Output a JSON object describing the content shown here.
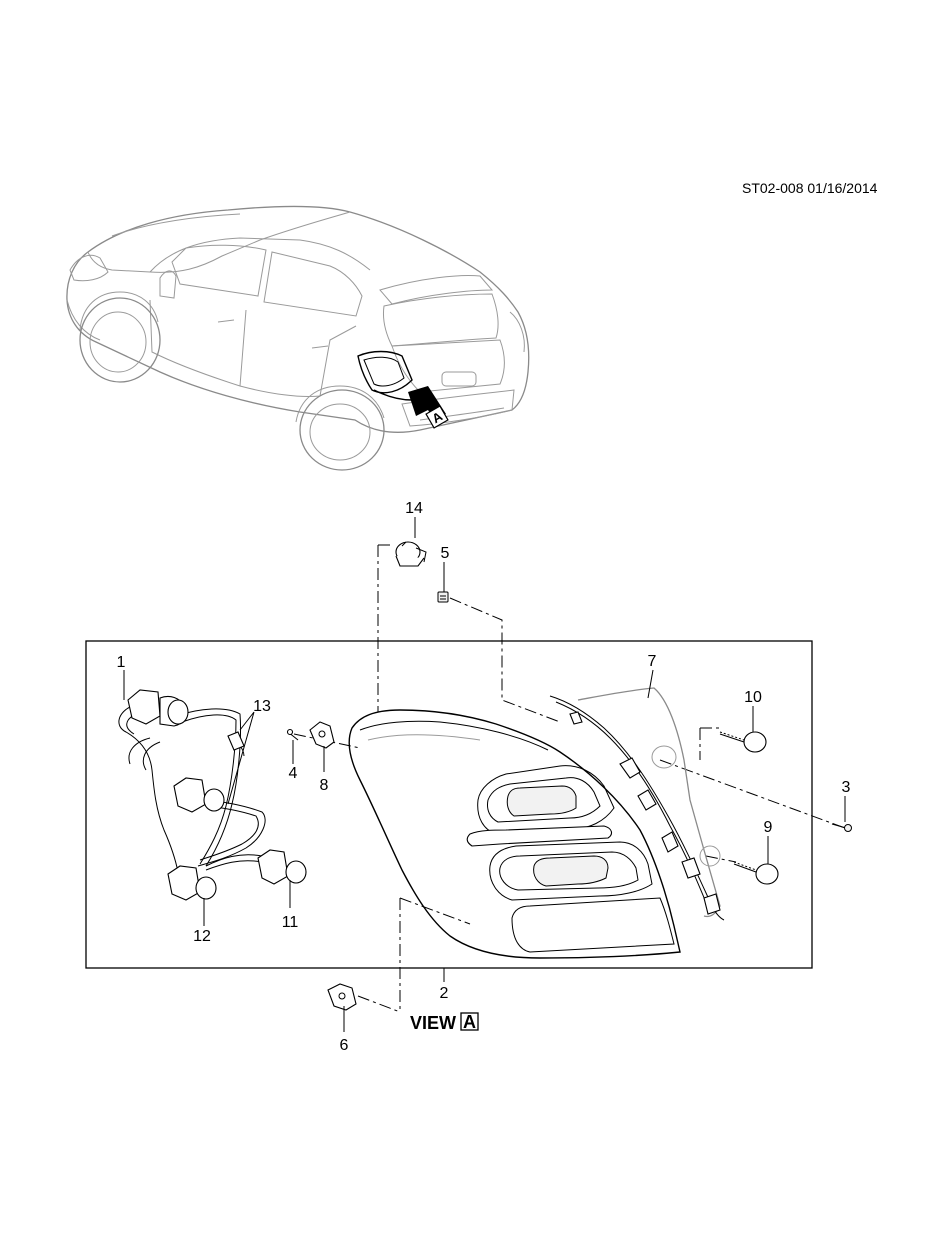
{
  "diagram": {
    "doc_id": "ST02-008 01/16/2014",
    "view_label": "VIEW",
    "view_letter": "A",
    "vehicle_marker": "A"
  },
  "callouts": [
    {
      "id": "1",
      "label": "1"
    },
    {
      "id": "2",
      "label": "2"
    },
    {
      "id": "3",
      "label": "3"
    },
    {
      "id": "4",
      "label": "4"
    },
    {
      "id": "5",
      "label": "5"
    },
    {
      "id": "6",
      "label": "6"
    },
    {
      "id": "7",
      "label": "7"
    },
    {
      "id": "8",
      "label": "8"
    },
    {
      "id": "9",
      "label": "9"
    },
    {
      "id": "10",
      "label": "10"
    },
    {
      "id": "11",
      "label": "11"
    },
    {
      "id": "12",
      "label": "12"
    },
    {
      "id": "13",
      "label": "13"
    },
    {
      "id": "14",
      "label": "14"
    }
  ]
}
